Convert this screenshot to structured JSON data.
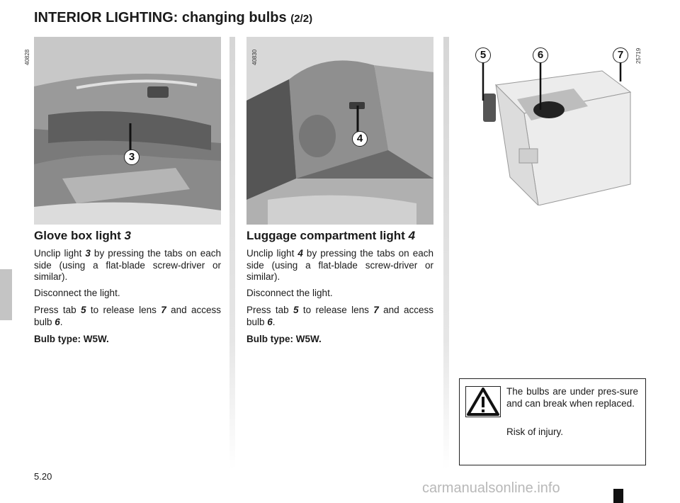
{
  "header": {
    "title": "INTERIOR LIGHTING: changing bulbs",
    "title_suffix": "(2/2)"
  },
  "left": {
    "image_ref": "40828",
    "callout": "3",
    "heading": "Glove box light",
    "heading_num": "3",
    "p1": [
      "Unclip light ",
      "3",
      " by pressing the tabs on each side (using a flat-blade screw-driver or similar)."
    ],
    "p2": "Disconnect the light.",
    "p3": [
      "Press tab ",
      "5",
      " to release lens ",
      "7",
      " and access bulb ",
      "6",
      "."
    ],
    "bulb_type": "Bulb type: W5W."
  },
  "middle": {
    "image_ref": "40830",
    "callout": "4",
    "heading": "Luggage compartment light",
    "heading_num": "4",
    "p1": [
      "Unclip light ",
      "4",
      " by pressing the tabs on each side (using a flat-blade screw-driver or similar)."
    ],
    "p2": "Disconnect the light.",
    "p3": [
      "Press tab ",
      "5",
      " to release lens ",
      "7",
      " and access bulb ",
      "6",
      "."
    ],
    "bulb_type": "Bulb type: W5W."
  },
  "right": {
    "image_ref": "25719",
    "callouts": [
      "5",
      "6",
      "7"
    ]
  },
  "warning": {
    "text": "The bulbs are under pres-sure and can break when replaced.",
    "text2": "Risk of injury."
  },
  "footer": {
    "page_number": "5.20",
    "watermark": "carmanualsonline.info"
  }
}
